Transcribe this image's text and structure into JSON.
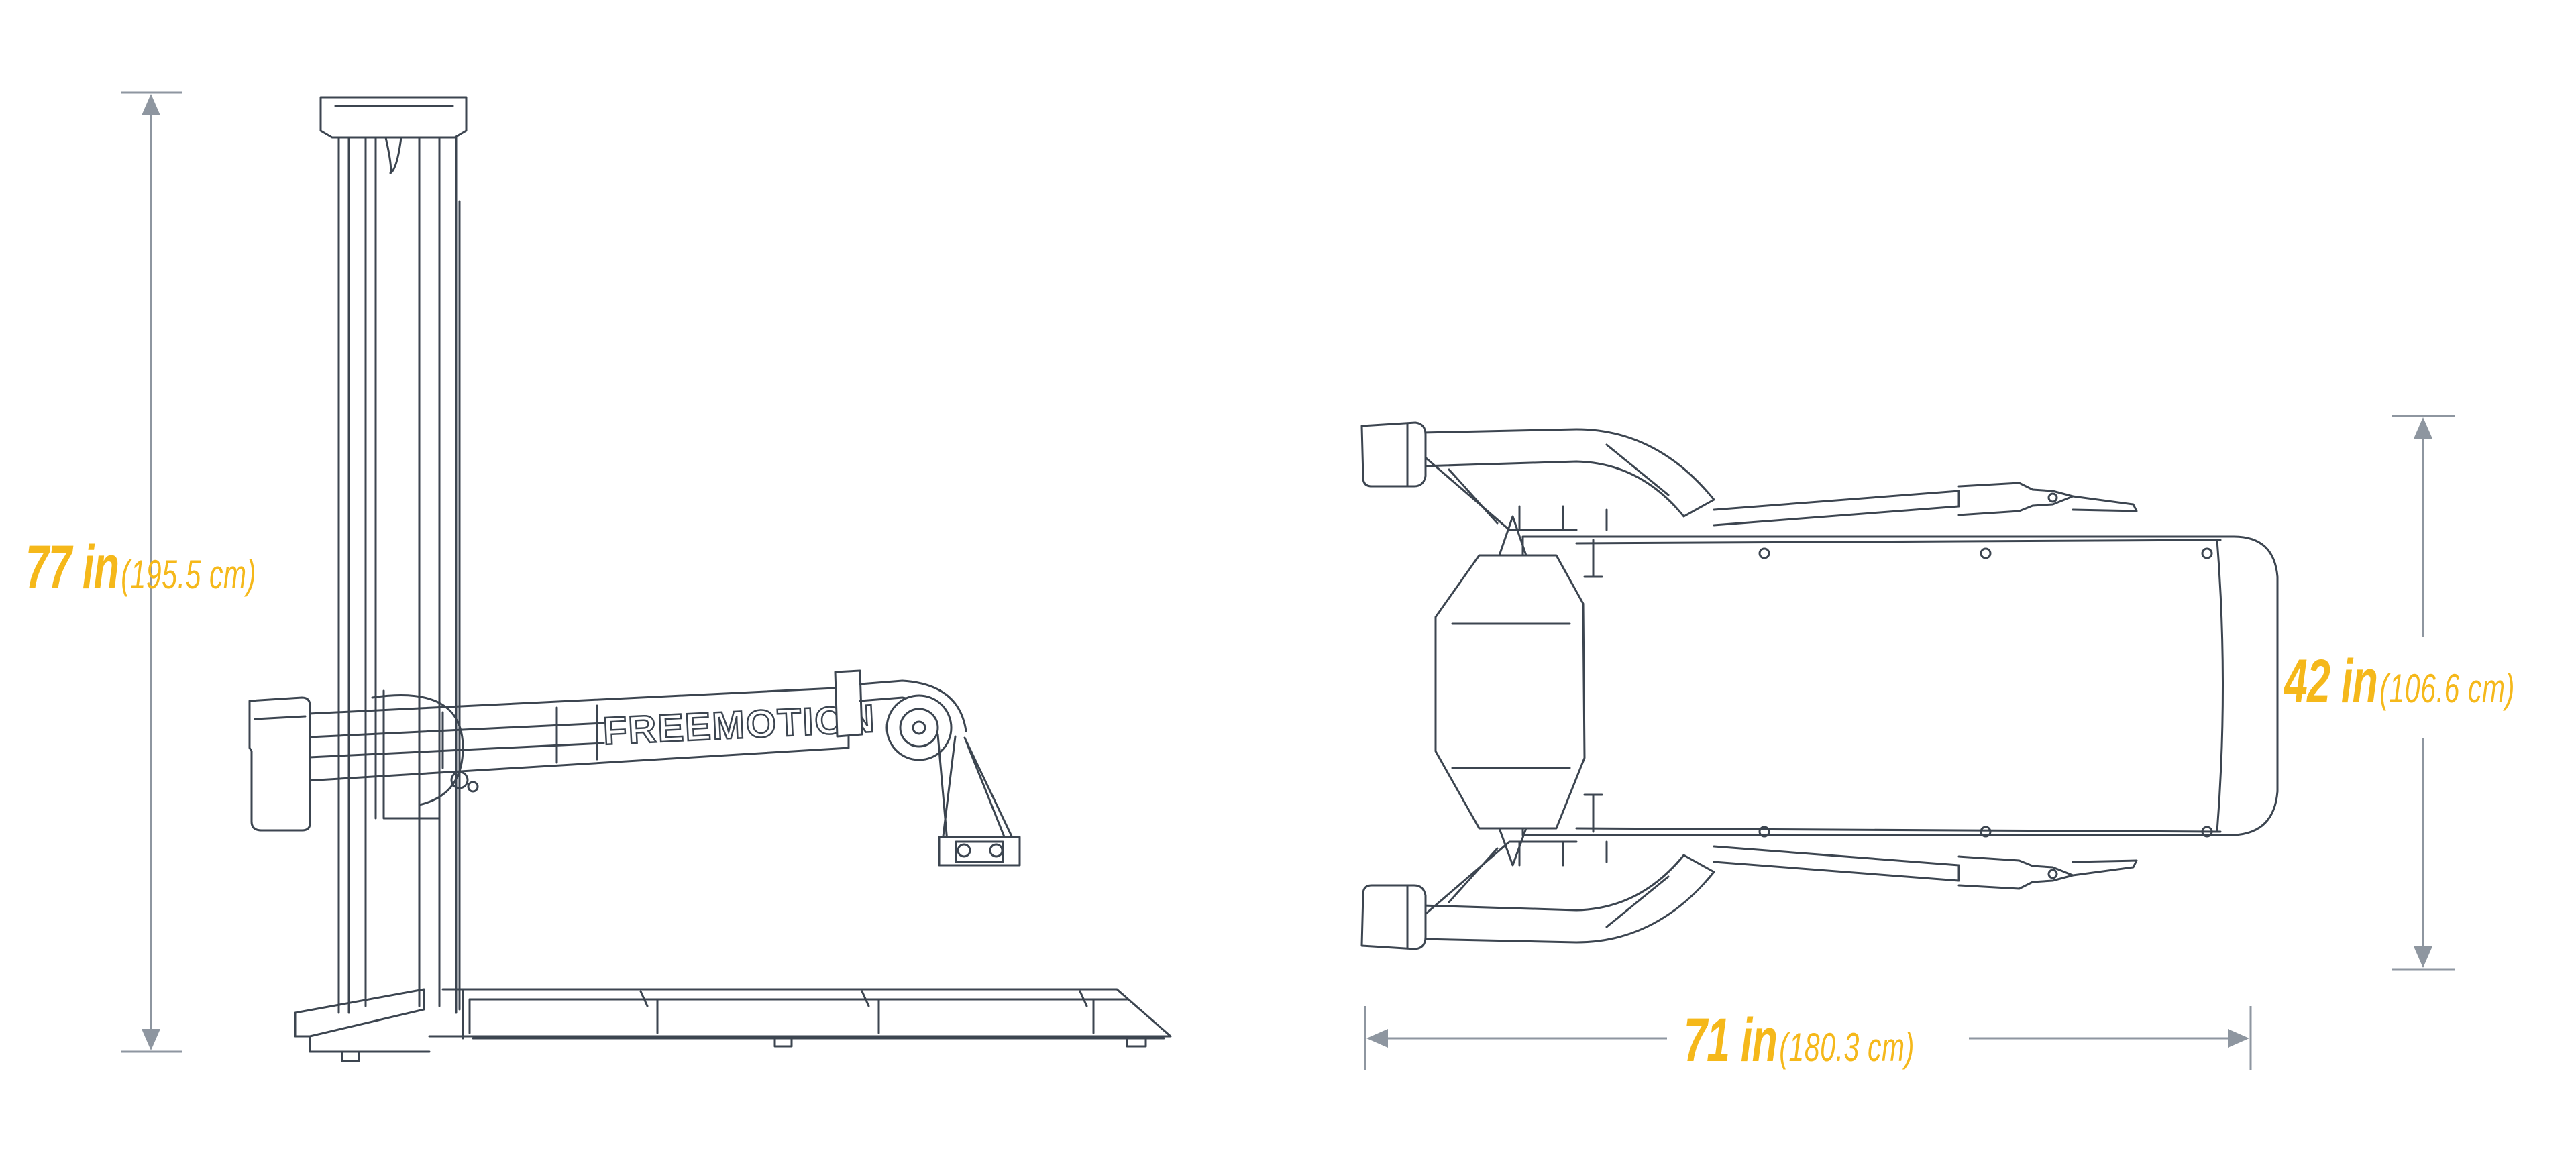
{
  "dimensions": {
    "height": {
      "imperial": "77 in",
      "metric": "(195.5 cm)"
    },
    "width": {
      "imperial": "42 in",
      "metric": "(106.6 cm)"
    },
    "length": {
      "imperial": "71 in",
      "metric": "(180.3 cm)"
    }
  },
  "brand_text": "FREEMOTION",
  "colors": {
    "accent": "#f5b81a",
    "linework": "#3c4550",
    "dimension_line": "#8e96a0",
    "background": "#ffffff"
  }
}
